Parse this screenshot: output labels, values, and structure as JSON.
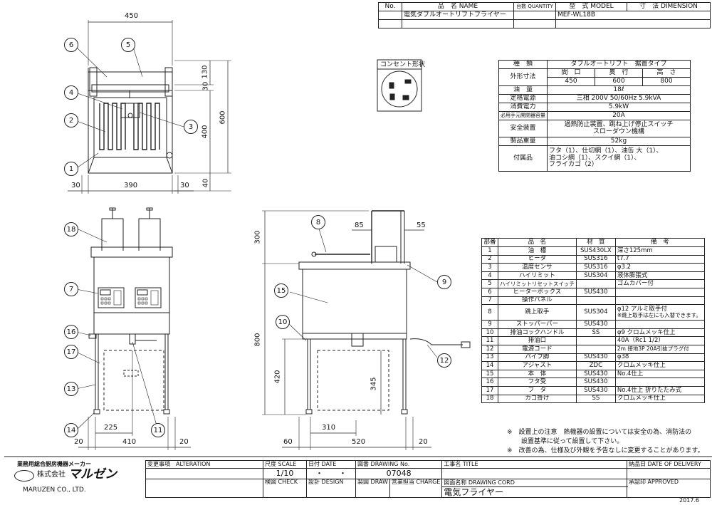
{
  "title_block": {
    "no_header": "No.",
    "name_header": "品　名 NAME",
    "qty_header": "台数 QUANTITY",
    "model_header": "型　式 MODEL",
    "dim_header": "寸　法 DIMENSION",
    "product_name": "電気ダブルオートリフトフライヤー",
    "model": "MEF-WL18B"
  },
  "outlet": {
    "label": "コンセント形状"
  },
  "spec": {
    "type_label": "種　類",
    "type_value": "ダブルオートリフト　据置タイプ",
    "size_label": "外形寸法",
    "size_heads": [
      "間　口",
      "奥　行",
      "高　さ"
    ],
    "size_values": [
      "450",
      "600",
      "800"
    ],
    "oil_label": "油　量",
    "oil_value": "18ℓ",
    "power_label": "定格電源",
    "power_value": "三相 200V 50/60Hz 5.9kVA",
    "consumption_label": "消費電力",
    "consumption_value": "5.9kW",
    "breaker_label": "必用手元開閉器容量",
    "breaker_value": "20A",
    "safety_label": "安全装置",
    "safety_value_1": "過熱防止装置、跳ね上げ停止スイッチ",
    "safety_value_2": "スローダウン機構",
    "weight_label": "製品重量",
    "weight_value": "52kg",
    "acc_label": "付属品",
    "acc_1": "フタ（1）、仕切網（1）、油缶 大（1）、",
    "acc_2": "油コシ網（1）、スクイ網（1）、",
    "acc_3": "フライカゴ（2）"
  },
  "parts": {
    "headers": [
      "部番",
      "品　名",
      "材　質",
      "備　考"
    ],
    "rows": [
      [
        "1",
        "油　槽",
        "SUS430LX",
        "深さ125mm"
      ],
      [
        "2",
        "ヒータ",
        "SUS316",
        "t7.7"
      ],
      [
        "3",
        "温度センサ",
        "SUS316",
        "φ3.2"
      ],
      [
        "4",
        "ハイリミット",
        "SUS304",
        "液体膨張式"
      ],
      [
        "5",
        "ハイリミットリセットスイッチ",
        "",
        "ゴムカバー付"
      ],
      [
        "6",
        "ヒーターボックス",
        "SUS430",
        ""
      ],
      [
        "7",
        "操作パネル",
        "",
        ""
      ],
      [
        "8",
        "跳上取手",
        "SUS304",
        "φ12 アルミ取手付"
      ],
      [
        "9",
        "ストッパーバー",
        "SUS430",
        ""
      ],
      [
        "10",
        "排油コックハンドル",
        "SS",
        "φ9 クロムメッキ仕上"
      ],
      [
        "11",
        "排油口",
        "",
        "40A（Rc1 1/2）"
      ],
      [
        "12",
        "電源コード",
        "",
        "2m 接地3P 20A引抜プラグ付"
      ],
      [
        "13",
        "パイプ脚",
        "SUS430",
        "φ38"
      ],
      [
        "14",
        "アジャスト",
        "ZDC",
        "クロムメッキ仕上"
      ],
      [
        "15",
        "本　体",
        "SUS430",
        "No.4仕上"
      ],
      [
        "16",
        "フタ受",
        "SUS430",
        ""
      ],
      [
        "17",
        "フ　タ",
        "SUS430",
        "No.4仕上 折りたたみ式"
      ],
      [
        "18",
        "カゴ掛け",
        "SS",
        "クロムメッキ仕上"
      ]
    ],
    "note_8": "※跳上取手は左にも入替できます。"
  },
  "notes": {
    "n1": "※　設置上の注意　熱機器の設置については安全の為、消防法の",
    "n2": "設置基準に従って設置して下さい。",
    "n3": "※　改善の為、仕様及び外観を予告なしに変更することがあります。"
  },
  "dims": {
    "top_width": "450",
    "d130": "130",
    "d30": "30",
    "d400": "400",
    "d600": "600",
    "d40": "40",
    "w30a": "30",
    "w390": "390",
    "w30b": "30",
    "f20a": "20",
    "f225": "225",
    "f410": "410",
    "f20b": "20",
    "s300": "300",
    "s85": "85",
    "s55": "55",
    "s800": "800",
    "s420": "420",
    "s345": "345",
    "s60": "60",
    "s310": "310",
    "s520": "520",
    "s20": "20"
  },
  "callouts": [
    "1",
    "2",
    "3",
    "4",
    "5",
    "6",
    "7",
    "8",
    "9",
    "10",
    "11",
    "12",
    "13",
    "14",
    "15",
    "16",
    "17",
    "18"
  ],
  "footer": {
    "maker_tag": "業務用総合厨房機器メーカー",
    "company": "株式会社",
    "brand": "マルゼン",
    "company_en": "MARUZEN CO., LTD.",
    "alteration": "変更事項　ALTERATION",
    "scale_label": "尺度 SCALE",
    "scale": "1/10",
    "date_label": "日付 DATE",
    "date_value": "・　　・",
    "drawing_no_label": "図番 DRAWING No.",
    "drawing_no": "07048",
    "title_label": "工事名 TITLE",
    "delivery_label": "納品日 DATE OF DELIVERY",
    "check_label": "検図 CHECK",
    "design_label": "設計 DESIGN",
    "draw_label": "製図 DRAW",
    "charge_label": "営業担当 CHARGE",
    "cord_label": "図面名称 DRAWING CORD",
    "cord_value": "電気フライヤー",
    "approved_label": "承認印 APPROVED",
    "year": "2017.6"
  }
}
